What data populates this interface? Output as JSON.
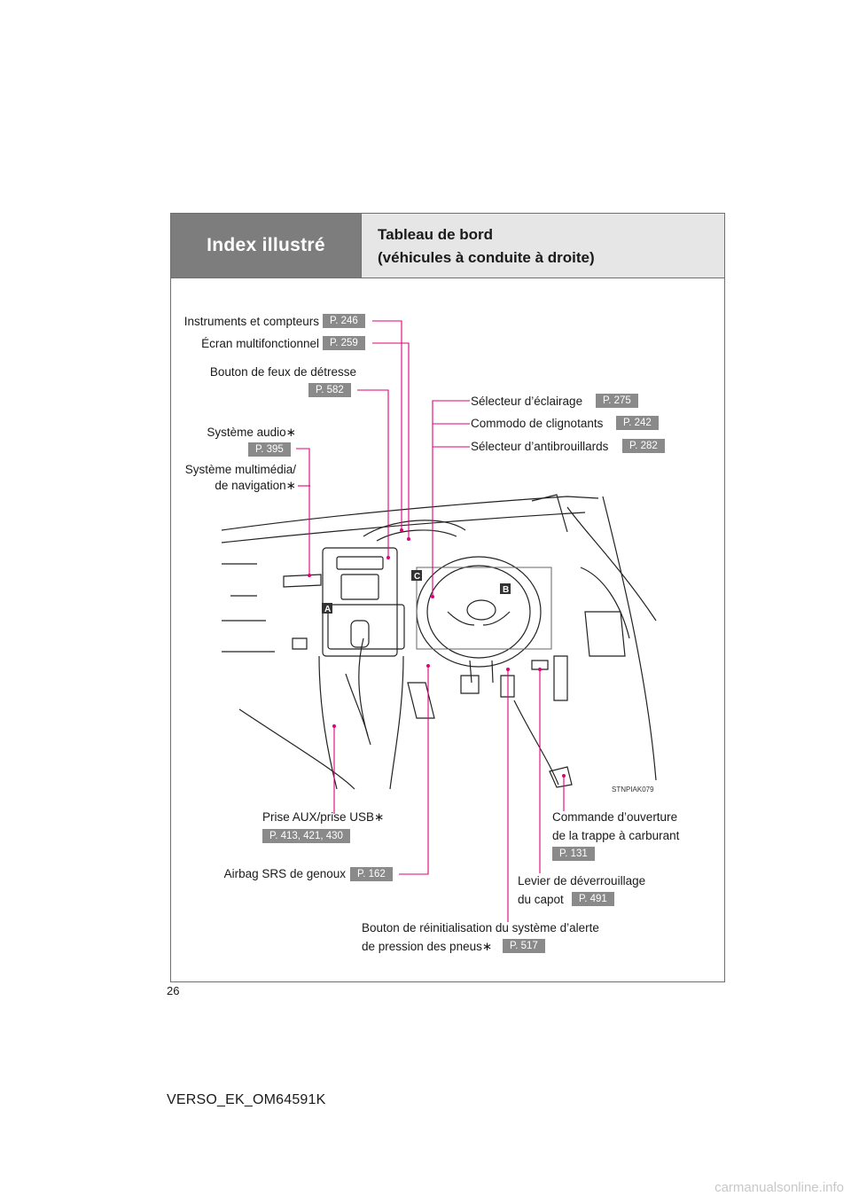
{
  "header": {
    "section": "Index illustré",
    "title_line1": "Tableau de bord",
    "title_line2": "(véhicules à conduite à droite)"
  },
  "labels": {
    "instruments": {
      "text": "Instruments et compteurs",
      "page": "P. 246"
    },
    "ecran": {
      "text": "Écran multifonctionnel",
      "page": "P. 259"
    },
    "detresse": {
      "text": "Bouton de feux de détresse",
      "page": "P. 582"
    },
    "audio": {
      "text": "Système audio∗",
      "page": "P. 395"
    },
    "multimedia_line1": "Système multimédia/",
    "multimedia_line2": "de navigation∗",
    "eclairage": {
      "text": "Sélecteur d’éclairage",
      "page": "P. 275"
    },
    "clignotants": {
      "text": "Commodo de clignotants",
      "page": "P. 242"
    },
    "antibrouillards": {
      "text": "Sélecteur d’antibrouillards",
      "page": "P. 282"
    },
    "aux_usb": {
      "text": "Prise AUX/prise USB∗",
      "page": "P. 413, 421, 430"
    },
    "airbag": {
      "text": "Airbag SRS de genoux",
      "page": "P. 162"
    },
    "trappe_line1": "Commande d’ouverture",
    "trappe_line2": "de la trappe à carburant",
    "trappe_page": "P. 131",
    "capot_line1": "Levier de déverrouillage",
    "capot_line2": "du capot",
    "capot_page": "P. 491",
    "pneus_line1": "Bouton de réinitialisation du système d’alerte",
    "pneus_line2": "de pression des pneus∗",
    "pneus_page": "P. 517"
  },
  "illustration": {
    "code": "STNPIAK079",
    "markers": [
      "A",
      "B",
      "C"
    ]
  },
  "page_number": "26",
  "footer": "VERSO_EK_OM64591K",
  "watermark": "carmanualsonline.info",
  "colors": {
    "leader": "#e0007a",
    "badge": "#8a8a8a",
    "header": "#7d7d7d"
  }
}
